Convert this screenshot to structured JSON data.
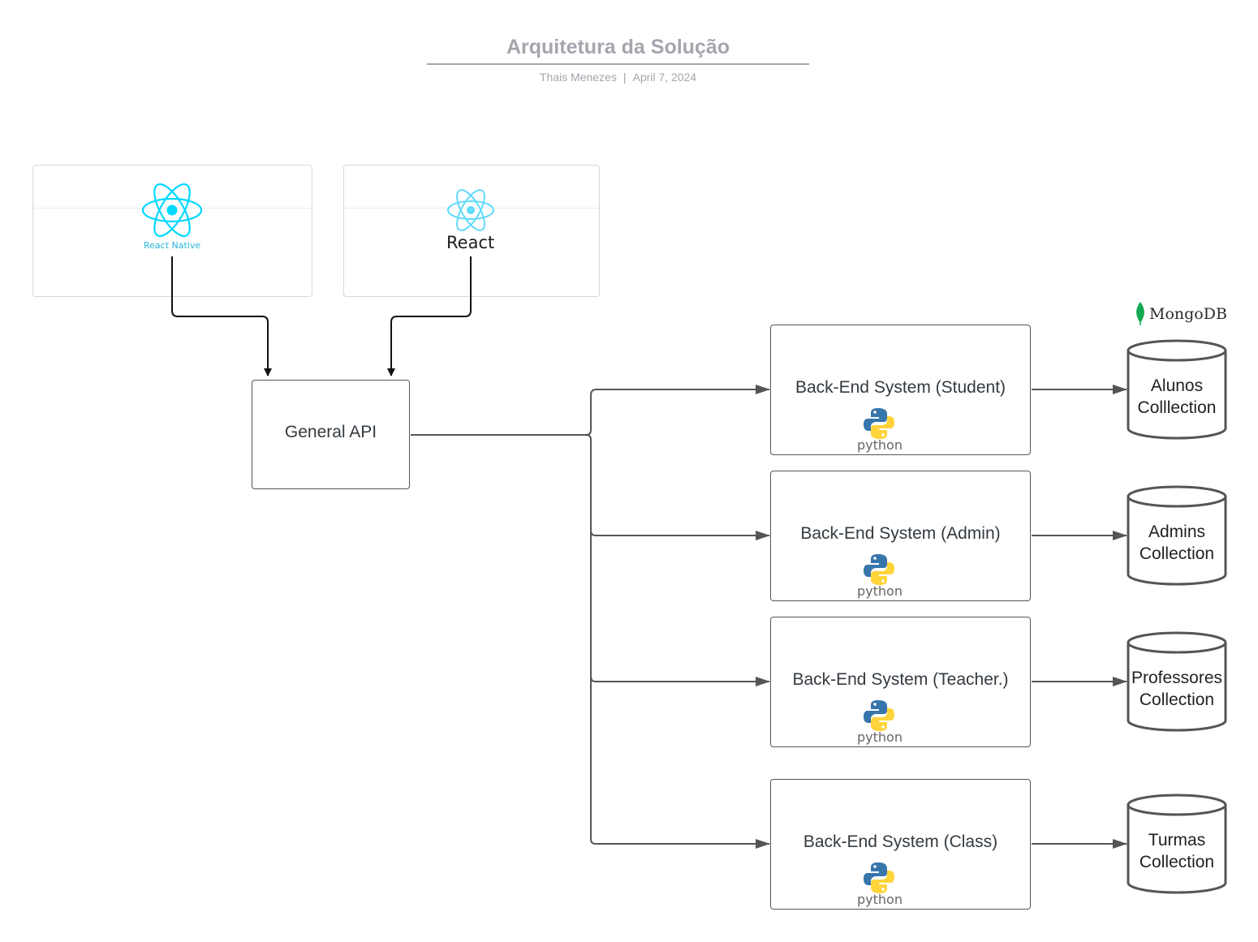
{
  "header": {
    "title": "Arquitetura da Solução",
    "author": "Thais Menezes",
    "separator": "|",
    "date": "April 7, 2024"
  },
  "frontends": [
    {
      "label": "React Native",
      "icon": "react-native-icon"
    },
    {
      "label": "React",
      "icon": "react-icon"
    }
  ],
  "api": {
    "label": "General API"
  },
  "backends": [
    {
      "label": "Back-End System (Student)",
      "logo_text": "python"
    },
    {
      "label": "Back-End System (Admin)",
      "logo_text": "python"
    },
    {
      "label": "Back-End System (Teacher.)",
      "logo_text": "python"
    },
    {
      "label": "Back-End System (Class)",
      "logo_text": "python"
    }
  ],
  "database": {
    "brand": "MongoDB",
    "collections": [
      {
        "line1": "Alunos",
        "line2": "Colllection"
      },
      {
        "line1": "Admins",
        "line2": "Collection"
      },
      {
        "line1": "Professores",
        "line2": "Collection"
      },
      {
        "line1": "Turmas",
        "line2": "Collection"
      }
    ]
  },
  "colors": {
    "react": "#00d8ff",
    "python_blue": "#3776ab",
    "python_yellow": "#ffd43b",
    "mongo_green": "#13aa52",
    "connector": "#555555",
    "title": "#a3a6ad"
  }
}
